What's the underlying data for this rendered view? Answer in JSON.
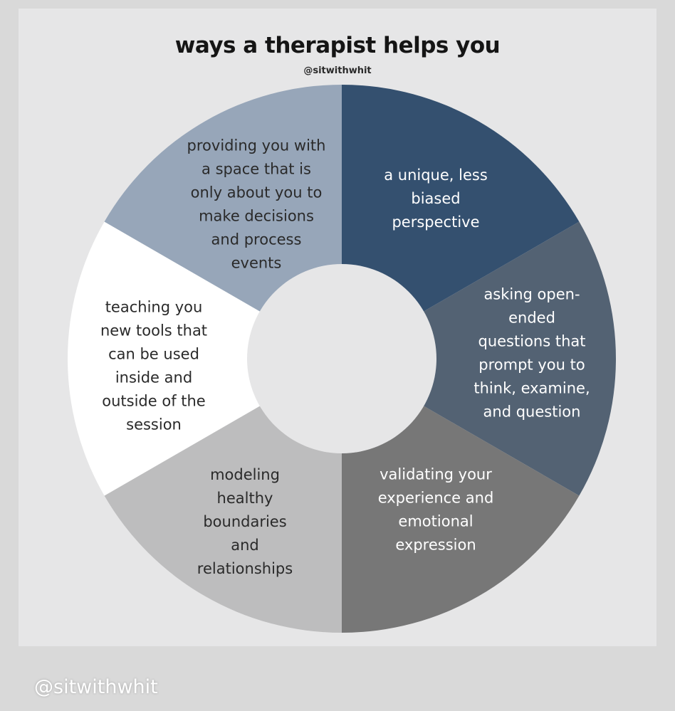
{
  "title": "ways a therapist helps you",
  "handle": "@sitwithwhit",
  "watermark": "@sitwithwhit",
  "segments": [
    {
      "lines": [
        "a unique, less",
        "biased",
        "perspective"
      ],
      "fill": "#34506f",
      "text_color": "#ffffff"
    },
    {
      "lines": [
        "asking open-",
        "ended",
        "questions that",
        "prompt you to",
        "think, examine,",
        "and question"
      ],
      "fill": "#536273",
      "text_color": "#ffffff"
    },
    {
      "lines": [
        "validating your",
        "experience and",
        "emotional",
        "expression"
      ],
      "fill": "#777777",
      "text_color": "#ffffff"
    },
    {
      "lines": [
        "modeling",
        "healthy",
        "boundaries",
        "and",
        "relationships"
      ],
      "fill": "#bdbdbe",
      "text_color": "#2a2a2a"
    },
    {
      "lines": [
        "teaching you",
        "new tools that",
        "can be used",
        "inside and",
        "outside of the",
        "session"
      ],
      "fill": "#ffffff",
      "text_color": "#2a2a2a"
    },
    {
      "lines": [
        "providing you with",
        "a space that is",
        "only about you to",
        "make decisions",
        "and process",
        "events"
      ],
      "fill": "#97a6b9",
      "text_color": "#2a2a2a"
    }
  ]
}
